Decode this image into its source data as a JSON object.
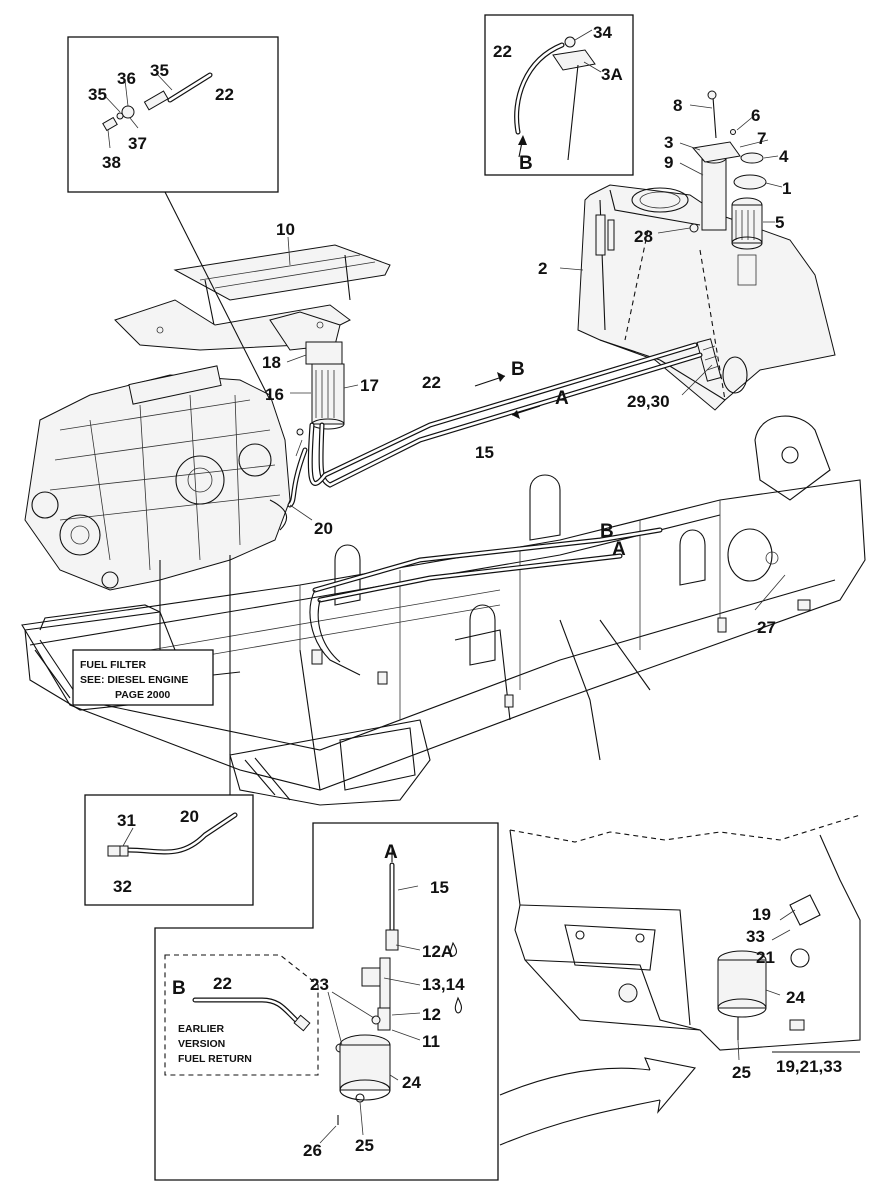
{
  "title": "",
  "callouts": {
    "c1": "1",
    "c2": "2",
    "c3": "3",
    "c3a": "3A",
    "c4": "4",
    "c5": "5",
    "c6": "6",
    "c7": "7",
    "c8": "8",
    "c9": "9",
    "c10": "10",
    "c11": "11",
    "c12": "12",
    "c12a": "12A",
    "c13_14": "13,14",
    "c15": "15",
    "c15b": "15",
    "c16": "16",
    "c17": "17",
    "c18": "18",
    "c19": "19",
    "c19_21_33": "19,21,33",
    "c20": "20",
    "c20b": "20",
    "c21": "21",
    "c22": "22",
    "c22b": "22",
    "c22c": "22",
    "c22d": "22",
    "c23": "23",
    "c24": "24",
    "c24b": "24",
    "c25": "25",
    "c25b": "25",
    "c26": "26",
    "c27": "27",
    "c28": "28",
    "c29_30": "29,30",
    "c31": "31",
    "c32": "32",
    "c33": "33",
    "c34": "34",
    "c35": "35",
    "c35b": "35",
    "c36": "36",
    "c37": "37",
    "c38": "38"
  },
  "flow_letters": {
    "a_main": "A",
    "b_main": "B",
    "a_frame": "A",
    "b_frame": "B",
    "b_tank_detail": "B",
    "a_filter_detail": "A",
    "b_earlier": "B"
  },
  "notes": {
    "fuel_filter": [
      "FUEL FILTER",
      "SEE: DIESEL ENGINE",
      "PAGE 2000"
    ],
    "earlier_version": [
      "EARLIER",
      "VERSION",
      "FUEL RETURN"
    ]
  }
}
